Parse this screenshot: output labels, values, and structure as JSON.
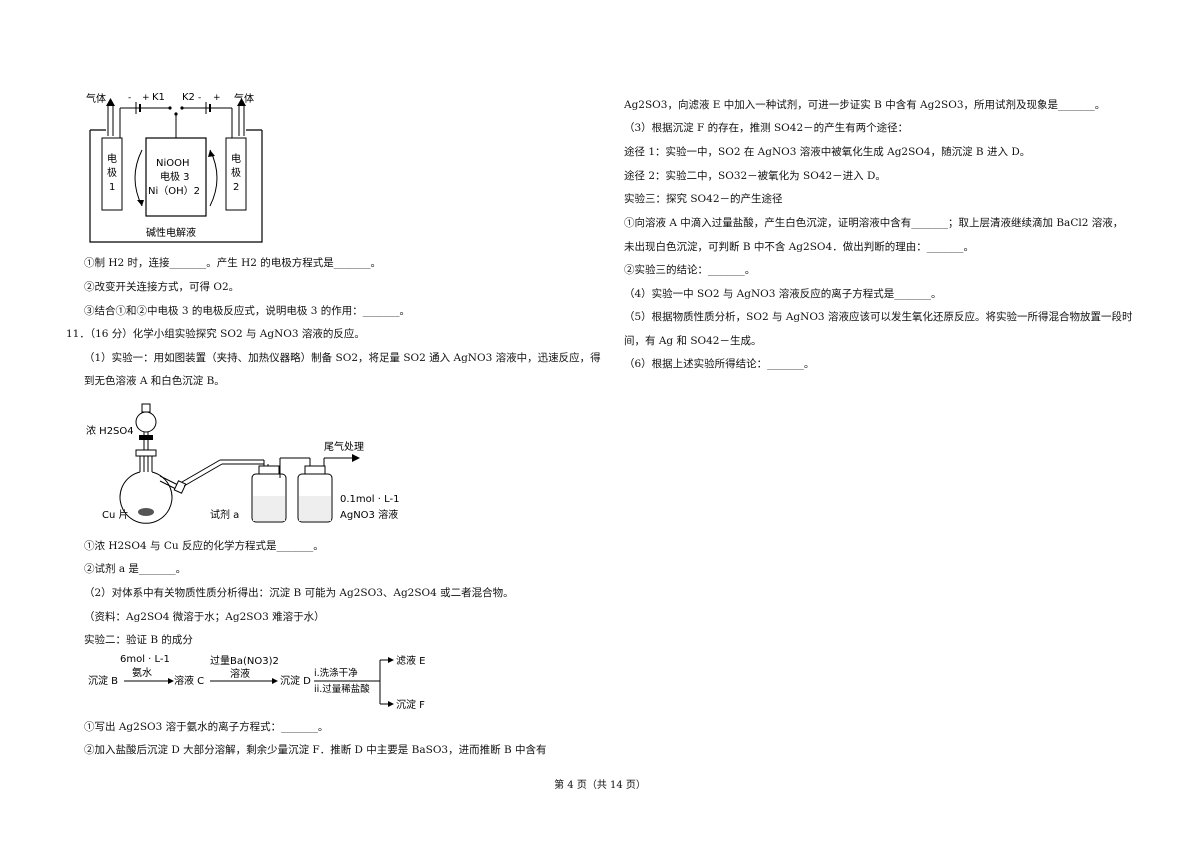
{
  "diagram1": {
    "gas_left": "气体",
    "gas_right": "气体",
    "k1": "K1",
    "k2": "K2",
    "electrode1": [
      "电",
      "极",
      "1"
    ],
    "electrode2": [
      "电",
      "极",
      "2"
    ],
    "electrode3": [
      "NiOOH",
      "电极 3",
      "Ni（OH）2"
    ],
    "electrolyte": "碱性电解液"
  },
  "left": {
    "q1": "①制 H2 时，连接_______。产生 H2 的电极方程式是_______。",
    "q2": "②改变开关连接方式，可得 O2。",
    "q3": "③结合①和②中电极 3 的电极反应式，说明电极 3 的作用：_______。",
    "p11_head": "11．（16 分）化学小组实验探究 SO2 与 AgNO3 溶液的反应。",
    "p11_exp1_a": "（1）实验一：用如图装置（夹持、加热仪器略）制备 SO2，将足量 SO2 通入 AgNO3 溶液中，迅速反应，得",
    "p11_exp1_b": "到无色溶液 A 和白色沉淀 B。",
    "q4": "①浓 H2SO4 与 Cu 反应的化学方程式是_______。",
    "q5": "②试剂 a 是_______。",
    "p2": "（2）对体系中有关物质性质分析得出：沉淀 B 可能为 Ag2SO3、Ag2SO4 或二者混合物。",
    "p2_info": "（资料：Ag2SO4 微溶于水；Ag2SO3 难溶于水）",
    "exp2": "实验二：验证 B 的成分",
    "q6": "①写出 Ag2SO3 溶于氨水的离子方程式：_______。",
    "q7_a": "②加入盐酸后沉淀 D 大部分溶解，剩余少量沉淀 F．推断 D 中主要是 BaSO3，进而推断 B 中含有"
  },
  "diagram2": {
    "conc_acid": "浓 H2SO4",
    "cu": "Cu 片",
    "reagent_a": "试剂 a",
    "tail_gas": "尾气处理",
    "agno3_conc": "0.1mol · L-1",
    "agno3_name": "AgNO3 溶液"
  },
  "flow": {
    "start": "沉淀 B",
    "reagent1_conc": "6mol · L-1",
    "reagent1_name": "氨水",
    "mid1": "溶液 C",
    "reagent2_a": "过量Ba(NO3)2",
    "reagent2_b": "溶液",
    "mid2": "沉淀 D",
    "step_i": "i.洗涤干净",
    "step_ii": "ii.过量稀盐酸",
    "out_e": "滤液 E",
    "out_f": "沉淀 F"
  },
  "right": {
    "r1": "Ag2SO3，向滤液 E 中加入一种试剂，可进一步证实 B 中含有 Ag2SO3，所用试剂及现象是_______。",
    "r2": "（3）根据沉淀 F 的存在，推测 SO42－的产生有两个途径：",
    "r3": "途径 1：实验一中，SO2 在 AgNO3 溶液中被氧化生成 Ag2SO4，随沉淀 B 进入 D。",
    "r4": "途径 2：实验二中，SO32－被氧化为 SO42－进入 D。",
    "r5": "实验三：探究 SO42－的产生途径",
    "r6": "①向溶液 A 中滴入过量盐酸，产生白色沉淀，证明溶液中含有_______；取上层清液继续滴加 BaCl2 溶液，",
    "r7": "未出现白色沉淀，可判断 B 中不含 Ag2SO4．做出判断的理由：_______。",
    "r8": "②实验三的结论：_______。",
    "r9": "（4）实验一中 SO2 与 AgNO3 溶液反应的离子方程式是_______。",
    "r10": "（5）根据物质性质分析，SO2 与 AgNO3 溶液应该可以发生氧化还原反应。将实验一所得混合物放置一段时",
    "r11": "间，有 Ag 和 SO42－生成。",
    "r12": "（6）根据上述实验所得结论：_______。"
  },
  "footer": "第 4 页（共 14 页）"
}
